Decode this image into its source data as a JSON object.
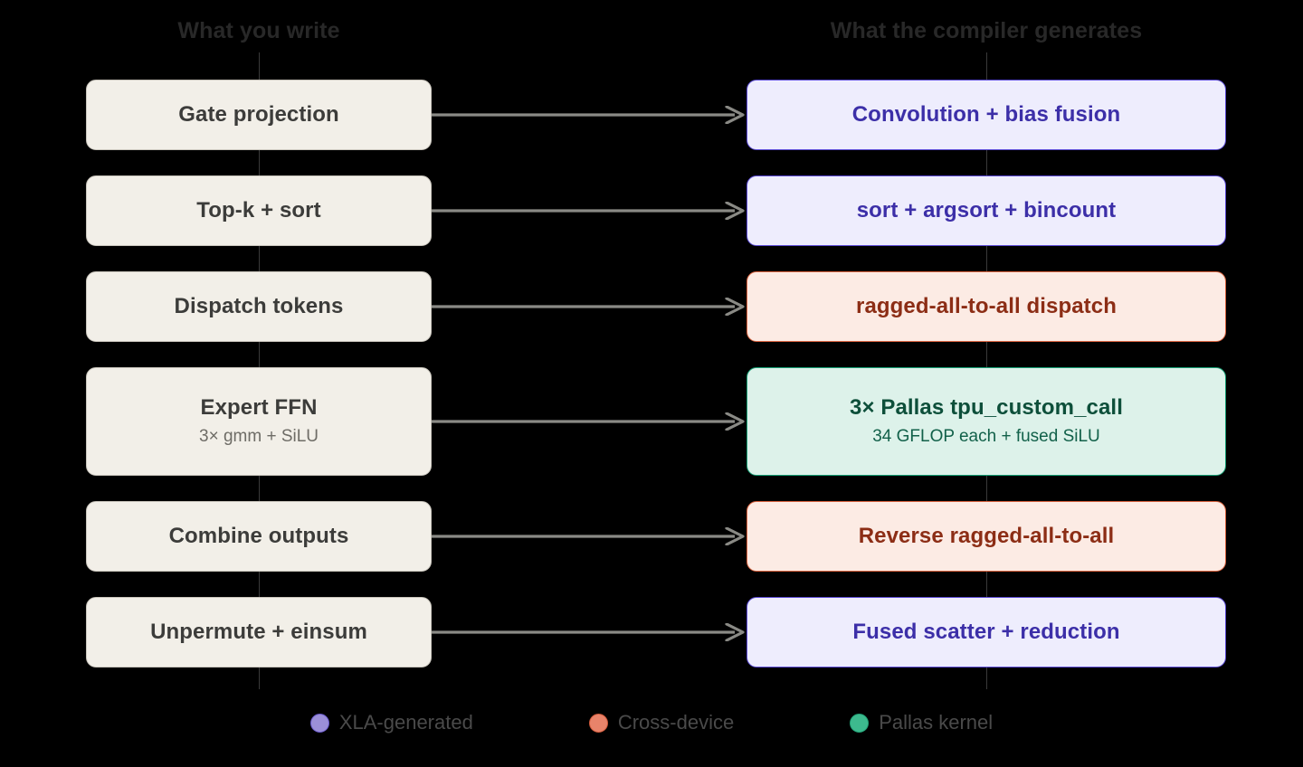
{
  "columns": {
    "left_header": "What you write",
    "right_header": "What the compiler generates"
  },
  "rows": [
    {
      "source": {
        "title": "Gate projection",
        "subtitle": ""
      },
      "generated": {
        "title": "Convolution + bias fusion",
        "subtitle": "",
        "kind": "xla"
      }
    },
    {
      "source": {
        "title": "Top-k + sort",
        "subtitle": ""
      },
      "generated": {
        "title": "sort + argsort + bincount",
        "subtitle": "",
        "kind": "xla"
      }
    },
    {
      "source": {
        "title": "Dispatch tokens",
        "subtitle": ""
      },
      "generated": {
        "title": "ragged-all-to-all dispatch",
        "subtitle": "",
        "kind": "cross"
      }
    },
    {
      "source": {
        "title": "Expert FFN",
        "subtitle": "3× gmm + SiLU"
      },
      "generated": {
        "title": "3× Pallas tpu_custom_call",
        "subtitle": "34 GFLOP each + fused SiLU",
        "kind": "pallas"
      }
    },
    {
      "source": {
        "title": "Combine outputs",
        "subtitle": ""
      },
      "generated": {
        "title": "Reverse ragged-all-to-all",
        "subtitle": "",
        "kind": "cross"
      }
    },
    {
      "source": {
        "title": "Unpermute + einsum",
        "subtitle": ""
      },
      "generated": {
        "title": "Fused scatter + reduction",
        "subtitle": "",
        "kind": "xla"
      }
    }
  ],
  "legend": [
    {
      "label": "XLA-generated",
      "color": "#9b8fd8",
      "ring": "#6a5acd"
    },
    {
      "label": "Cross-device",
      "color": "#e8836a",
      "ring": "#d1593a"
    },
    {
      "label": "Pallas kernel",
      "color": "#3dba8e",
      "ring": "#21a377"
    }
  ],
  "colors": {
    "background": "#000000",
    "source_fill": "#f2efe8",
    "source_border": "#c9c5bc",
    "xla_fill": "#eeedfd",
    "xla_border": "#5b4bd4",
    "xla_text": "#3c2fa8",
    "cross_fill": "#fcebe4",
    "cross_border": "#d9633f",
    "cross_text": "#8c2d15",
    "pallas_fill": "#ddf2ea",
    "pallas_border": "#159e73",
    "pallas_text": "#0d4f3a",
    "arrow": "#8a8a85",
    "connector": "#3a3a3a",
    "header_text": "#282828",
    "legend_text": "#4a4a4a"
  }
}
